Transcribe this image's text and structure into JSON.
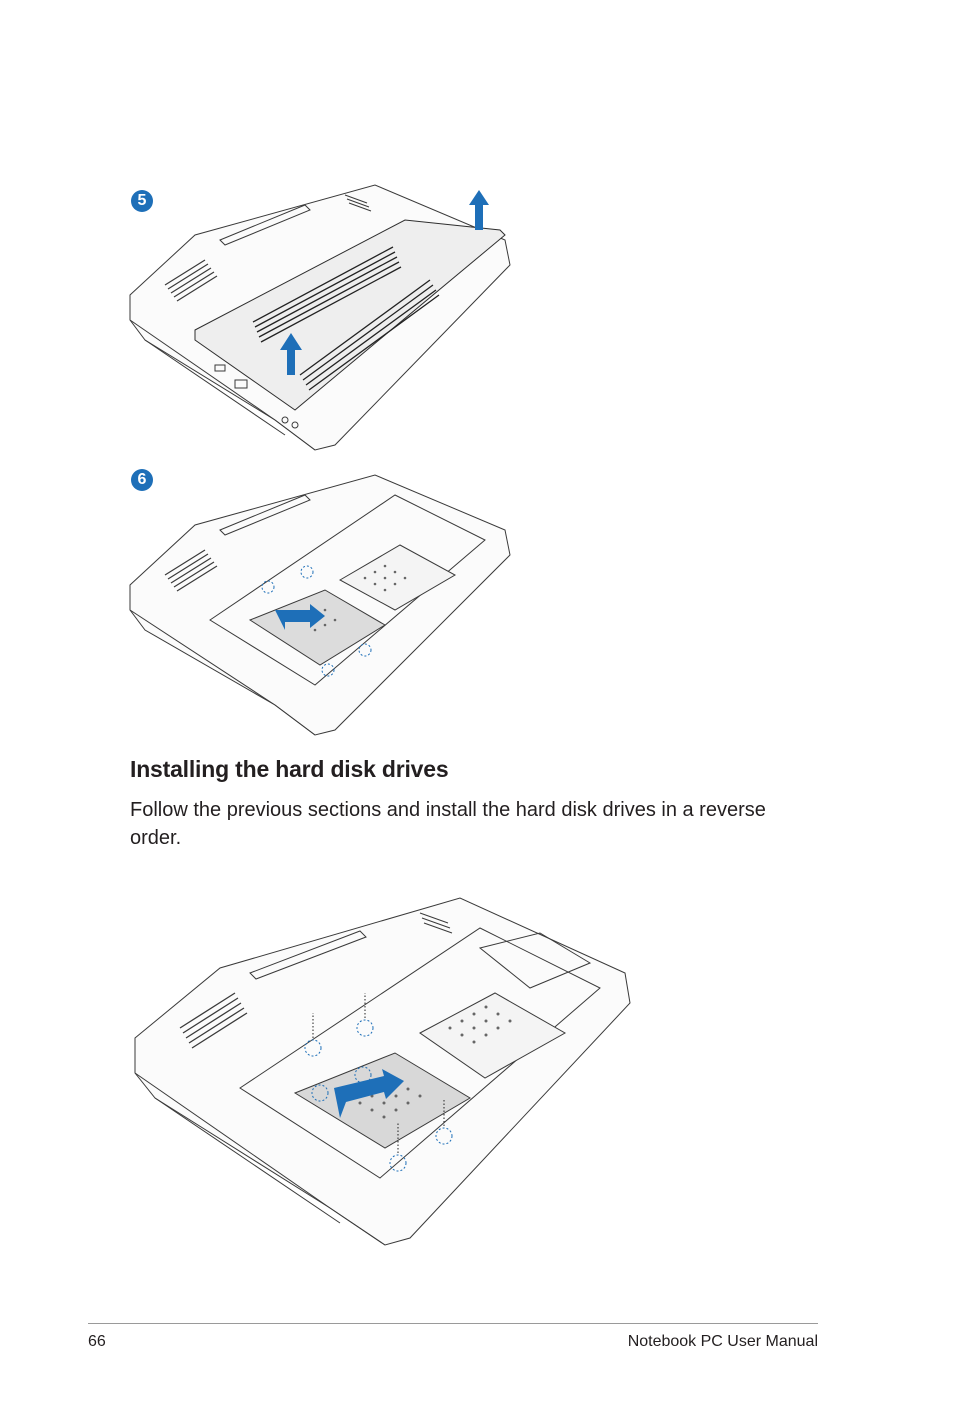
{
  "steps": [
    {
      "number": "5"
    },
    {
      "number": "6"
    }
  ],
  "section": {
    "title": "Installing the hard disk drives",
    "body": "Follow the previous sections and install the hard disk drives in a reverse order."
  },
  "footer": {
    "page_number": "66",
    "manual_title": "Notebook PC User Manual"
  },
  "colors": {
    "accent": "#1e6fb8",
    "line": "#3a3a3a",
    "text": "#231f20"
  }
}
